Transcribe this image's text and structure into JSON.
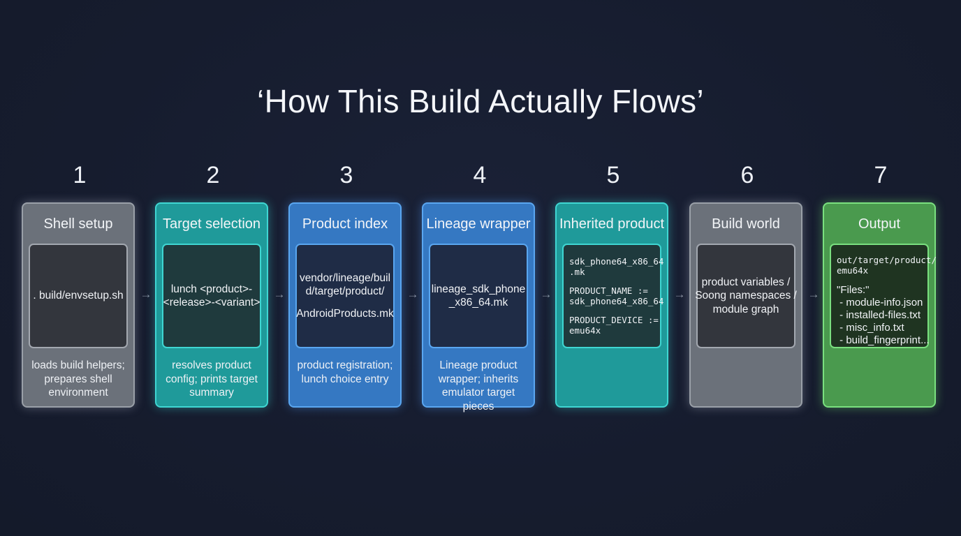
{
  "title": "‘How This Build Actually Flows’",
  "arrow_glyph": "→",
  "steps": [
    {
      "number": "1",
      "title": "Shell setup",
      "color": "#6b717a",
      "inner_lines": [
        ". build/envsetup.sh"
      ],
      "description": "loads build helpers; prepares shell environment"
    },
    {
      "number": "2",
      "title": "Target selection",
      "color": "#1f9a9a",
      "inner_lines": [
        "lunch <product>-",
        "<release>-<variant>"
      ],
      "description": "resolves product config; prints target summary"
    },
    {
      "number": "3",
      "title": "Product index",
      "color": "#3578c2",
      "inner_lines": [
        "vendor/lineage/buil",
        "d/target/product/",
        "",
        "AndroidProducts.mk"
      ],
      "description": "product registration; lunch choice entry"
    },
    {
      "number": "4",
      "title": "Lineage wrapper",
      "color": "#3578c2",
      "inner_lines": [
        "lineage_sdk_phone",
        "_x86_64.mk"
      ],
      "description": "Lineage product wrapper; inherits emulator target pieces"
    },
    {
      "number": "5",
      "title": "Inherited product",
      "color": "#1f9a9a",
      "inner_lines": [
        "sdk_phone64_x86_64",
        ".mk",
        "",
        "PRODUCT_NAME :=",
        "sdk_phone64_x86_64",
        "",
        "PRODUCT_DEVICE :=",
        "emu64x"
      ],
      "description": ""
    },
    {
      "number": "6",
      "title": "Build world",
      "color": "#6b717a",
      "inner_lines": [
        "product variables /",
        "Soong namespaces /",
        "module graph"
      ],
      "description": ""
    },
    {
      "number": "7",
      "title": "Output",
      "color": "#4a9a4e",
      "inner_lines": [
        "out/target/product/",
        "emu64x",
        "",
        "\"Files:\"",
        " - module-info.json",
        " - installed-files.txt",
        " - misc_info.txt",
        " - build_fingerprint..."
      ],
      "description": ""
    }
  ]
}
